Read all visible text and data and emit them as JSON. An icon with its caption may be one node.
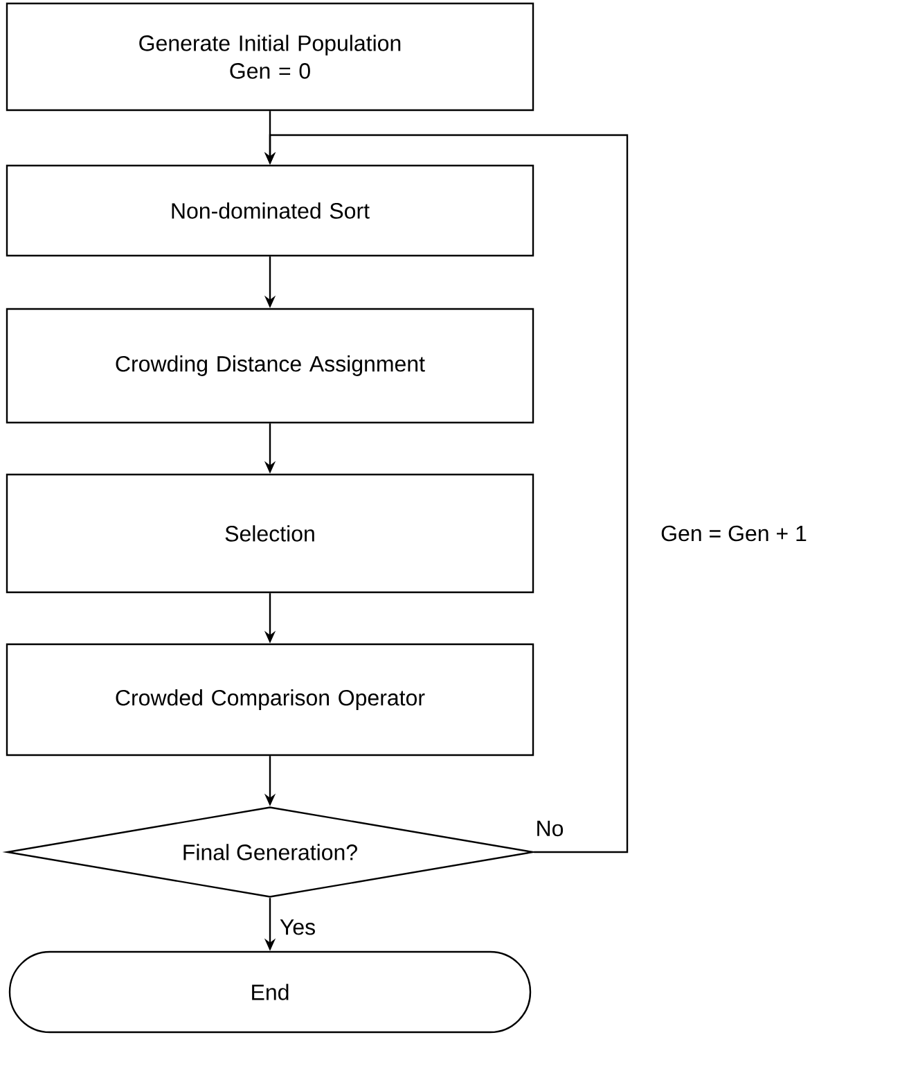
{
  "diagram": {
    "nodes": [
      {
        "text": [
          "Generate Initial Population",
          "Gen = 0"
        ]
      },
      {
        "text": [
          "Non-dominated Sort"
        ]
      },
      {
        "text": [
          "Crowding Distance Assignment"
        ]
      },
      {
        "text": [
          "Selection"
        ]
      },
      {
        "text": [
          "Crowded Comparison Operator"
        ]
      },
      {
        "text": [
          "Final Generation?"
        ]
      },
      {
        "text": [
          "End"
        ]
      }
    ],
    "edges": [
      {
        "from": 0,
        "to": 1,
        "arrow": "to"
      },
      {
        "from": 1,
        "to": 2,
        "arrow": "to"
      },
      {
        "from": 2,
        "to": 3,
        "arrow": "to"
      },
      {
        "from": 3,
        "to": 4,
        "arrow": "to"
      },
      {
        "from": 4,
        "to": 5,
        "arrow": "to"
      },
      {
        "from": 5,
        "to": 6,
        "arrow": "to",
        "label": "Yes"
      },
      {
        "from": 5,
        "to": 1,
        "arrow": "to",
        "label": "No"
      }
    ],
    "labels": [
      "Gen = Gen + 1"
    ]
  }
}
